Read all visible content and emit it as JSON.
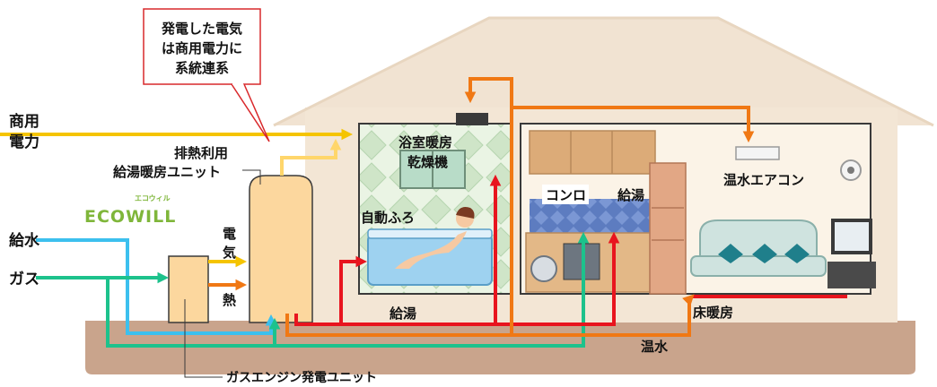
{
  "callout": {
    "lines": [
      "発電した電気",
      "は商用電力に",
      "系統連系"
    ]
  },
  "labels": {
    "grid_power": [
      "商用",
      "電力"
    ],
    "heat_unit": [
      "排熱利用",
      "給湯暖房ユニット"
    ],
    "brand_logo": "ECOWILL",
    "brand_logo_ruby": "エコウィル",
    "water_supply": "給水",
    "gas": "ガス",
    "electricity": [
      "電",
      "気"
    ],
    "heat": "熱",
    "generator_unit": "ガスエンジン発電ユニット",
    "bathroom_dryer": [
      "浴室暖房",
      "乾燥機"
    ],
    "auto_bath": "自動ふろ",
    "stove": "コンロ",
    "kitchen_hot_water": "給湯",
    "hot_water_ac": "温水エアコン",
    "floor_heating": "床暖房",
    "hot_water_supply": "給湯",
    "warm_water": "温水"
  },
  "colors": {
    "electricity": "#f5c400",
    "electricity_light": "#ffd66b",
    "water": "#3cc0ee",
    "gas": "#1dc28c",
    "hot_water_supply": "#e8141e",
    "warm_water": "#f07814",
    "house": "#f3e6d5",
    "ground": "#c9a48c"
  }
}
